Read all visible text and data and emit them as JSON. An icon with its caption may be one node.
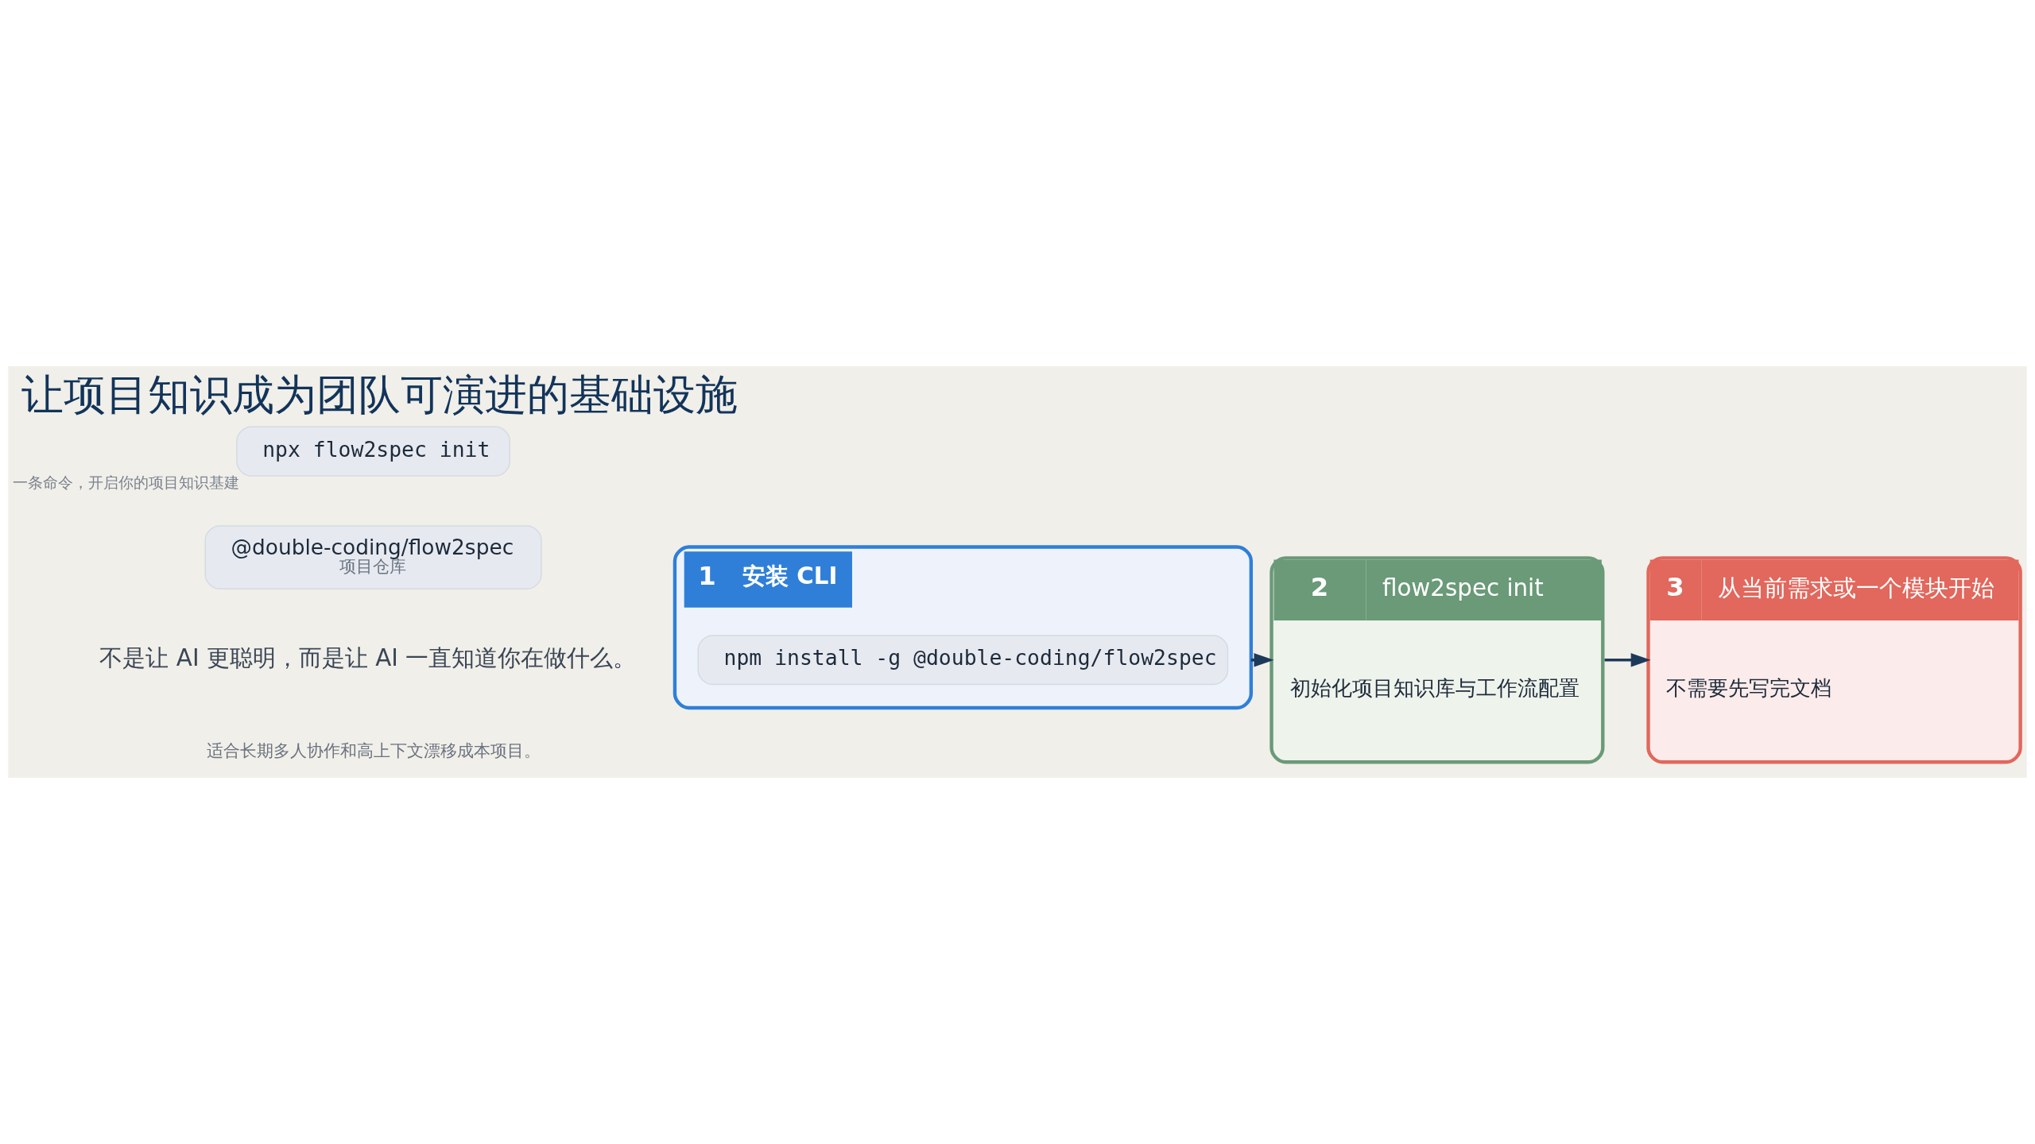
{
  "diagram": {
    "title": "让项目知识成为团队可演进的基础设施",
    "nodes": [
      {
        "text": [
          "1",
          "安装 CLI"
        ]
      },
      {
        "text": [
          "npm install -g @double-coding/flow2spec"
        ],
        "in": 0
      },
      {
        "text": [
          "2",
          "flow2spec init",
          "初始化项目知识库与工作流配置"
        ]
      },
      {
        "text": [
          "3",
          "从当前需求或一个模块开始",
          "不需要先写完文档"
        ]
      },
      {
        "text": [
          "@double-coding/flow2spec",
          "项目仓库"
        ]
      },
      {
        "text": [
          "npx flow2spec init"
        ],
        "beside": [
          "一条命令，开启你的项目知识基建"
        ]
      }
    ],
    "edges": [
      {
        "from": 0,
        "to": 2,
        "arrow": "to"
      },
      {
        "from": 2,
        "to": 3,
        "arrow": "to"
      }
    ],
    "labels": [
      "不是让 AI 更聪明，而是让 AI 一直知道你在做什么。",
      "适合长期多人协作和高上下文漂移成本项目。"
    ]
  }
}
